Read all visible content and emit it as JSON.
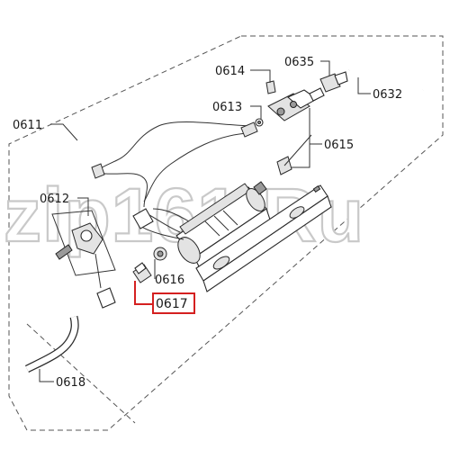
{
  "diagram": {
    "watermark": "zip161.Ru",
    "highlight_color": "#d42020",
    "callouts": [
      {
        "id": "0611",
        "label": "0611"
      },
      {
        "id": "0612",
        "label": "0612"
      },
      {
        "id": "0613",
        "label": "0613"
      },
      {
        "id": "0614",
        "label": "0614"
      },
      {
        "id": "0615",
        "label": "0615"
      },
      {
        "id": "0616",
        "label": "0616"
      },
      {
        "id": "0617",
        "label": "0617",
        "highlighted": true
      },
      {
        "id": "0618",
        "label": "0618"
      },
      {
        "id": "0632",
        "label": "0632"
      },
      {
        "id": "0635",
        "label": "0635"
      }
    ]
  }
}
